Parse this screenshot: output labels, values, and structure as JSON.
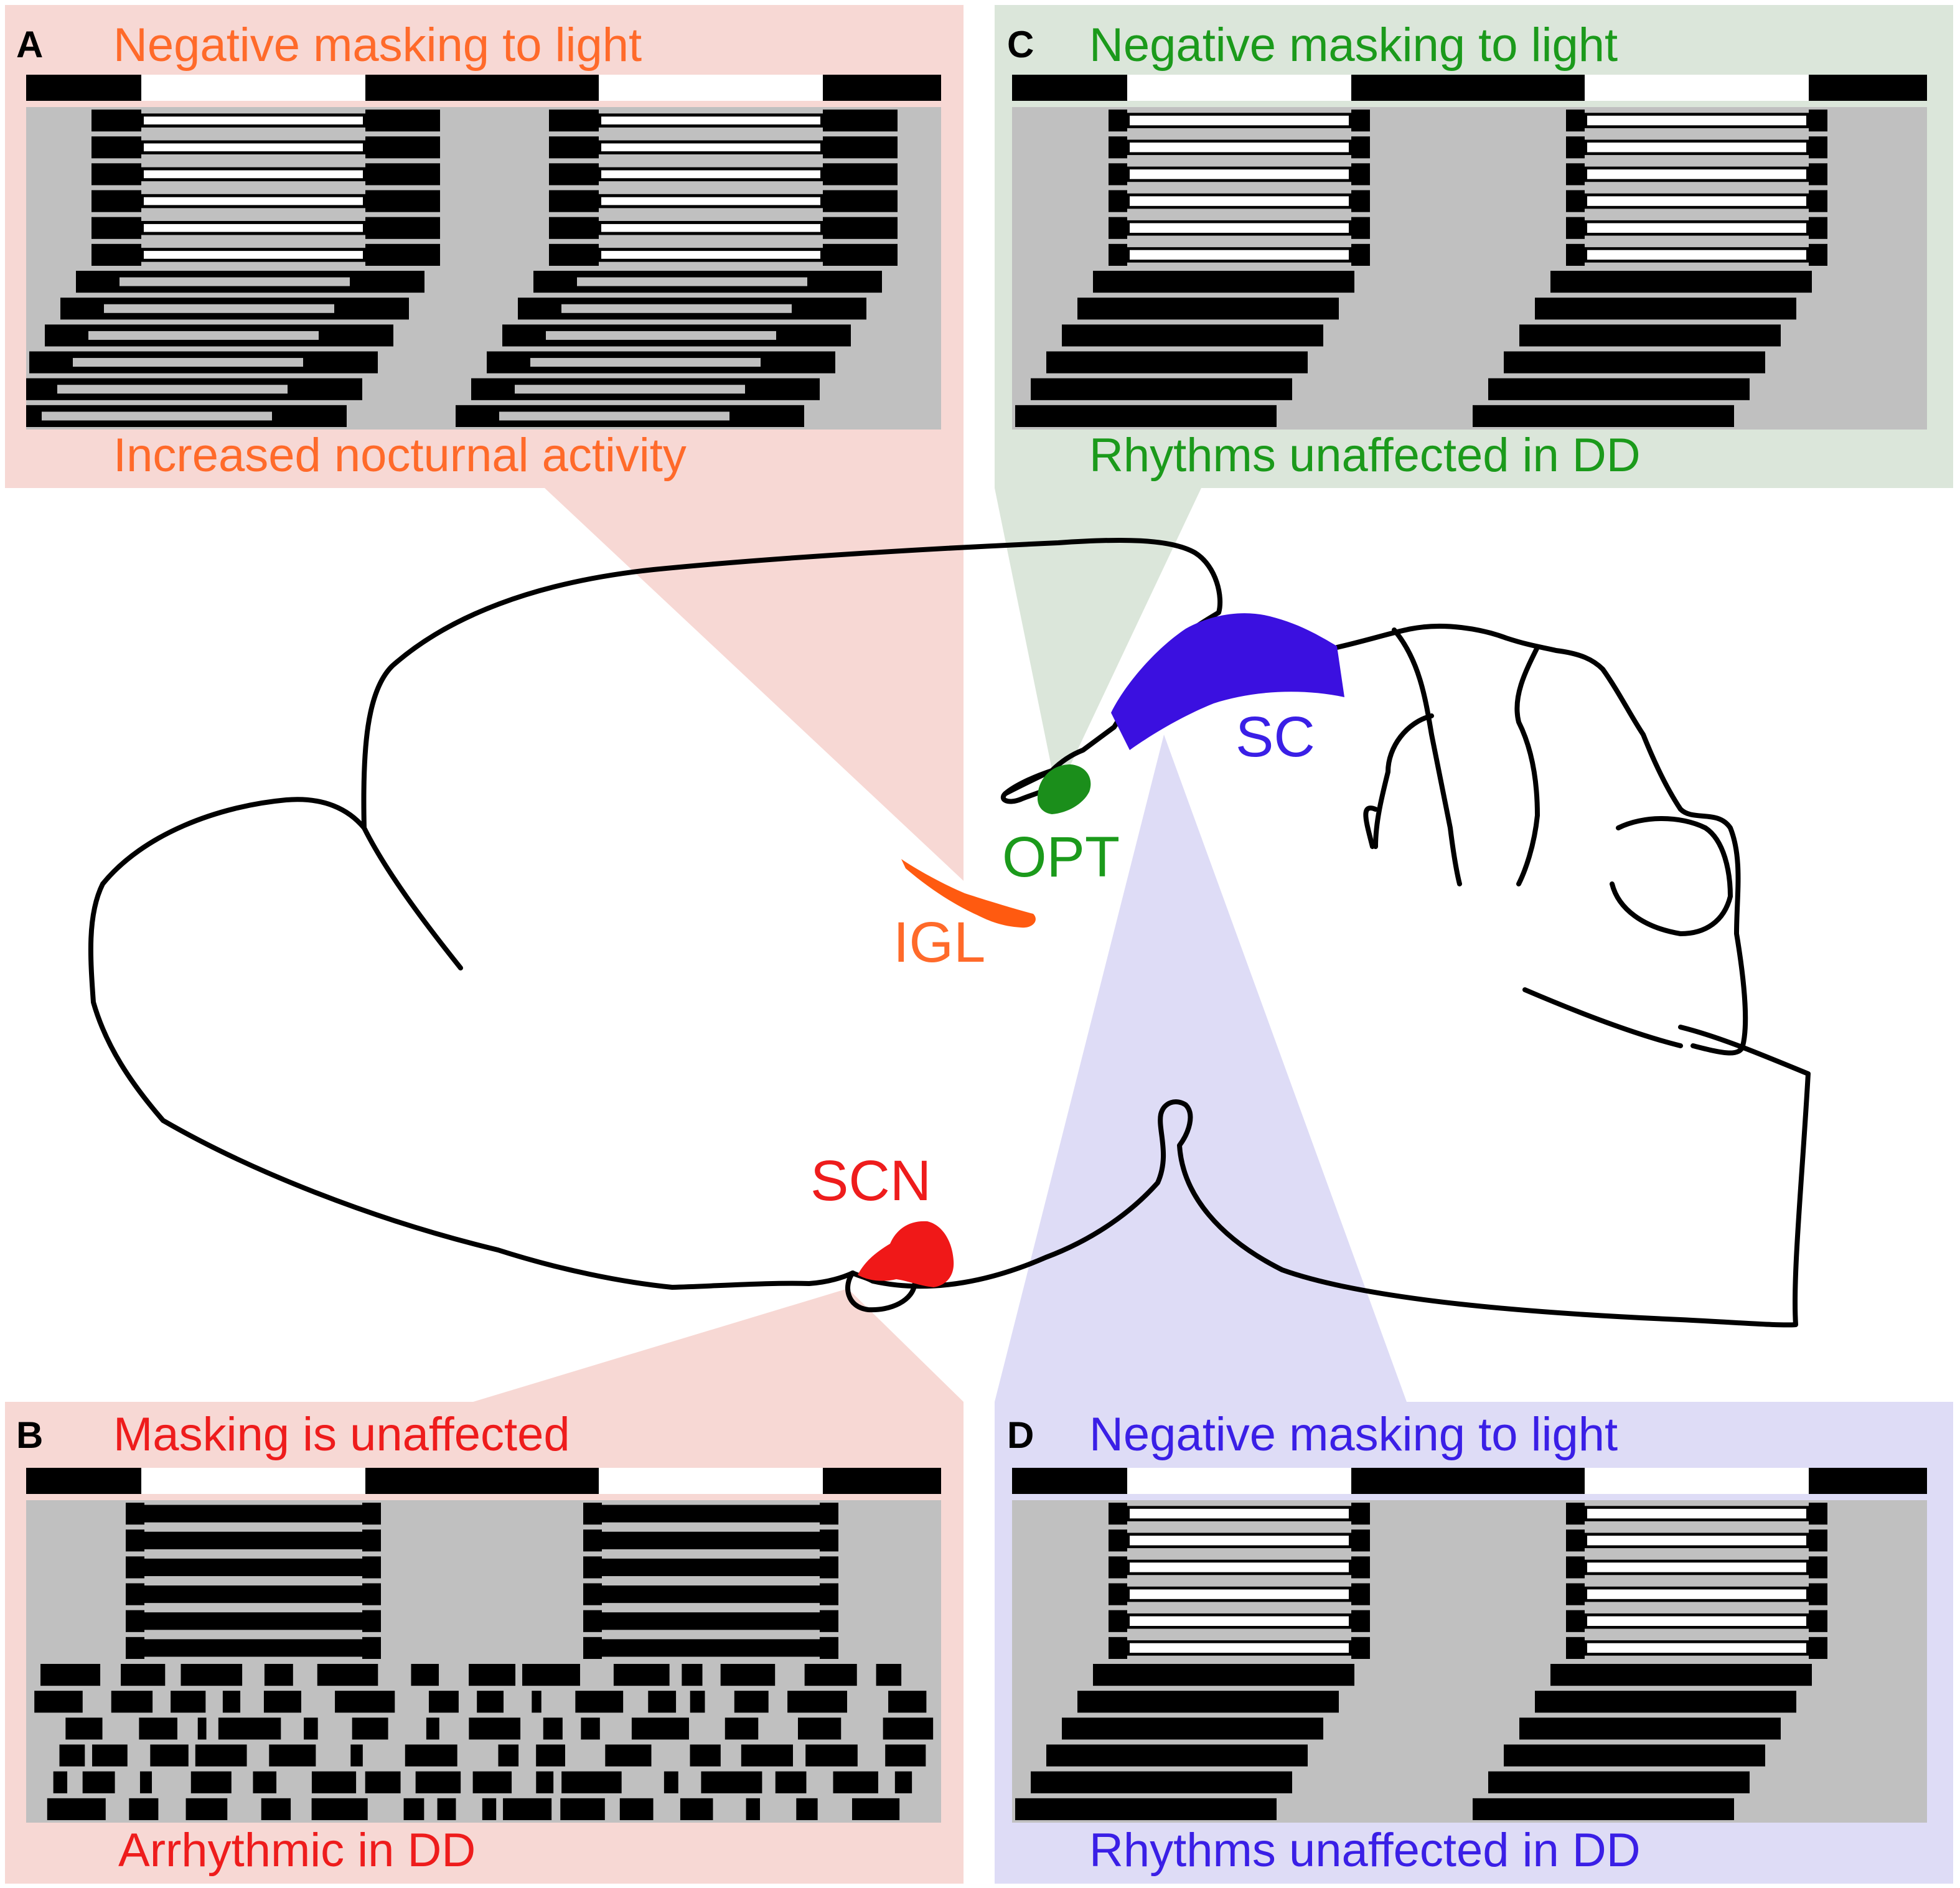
{
  "colors": {
    "orange": "#ff6a2a",
    "red": "#ee1c1c",
    "green": "#1b9a1b",
    "blue": "#3a1fe6",
    "pink_bg": "#f7d8d4",
    "green_bg": "#dbe6da",
    "lavender_bg": "#dedcf6",
    "actogram_gray": "#c0c0c0",
    "black": "#000000",
    "white": "#ffffff",
    "igl_fill": "#ff5a10",
    "scn_fill": "#f01818",
    "opt_fill": "#1b8e1b",
    "sc_fill": "#3b10e0"
  },
  "panels": {
    "A": {
      "letter": "A",
      "top": "Negative masking to light",
      "bottom": "Increased nocturnal activity",
      "color": "orange"
    },
    "B": {
      "letter": "B",
      "top": "Masking is unaffected",
      "bottom": "Arrhythmic in DD",
      "color": "red"
    },
    "C": {
      "letter": "C",
      "top": "Negative masking to light",
      "bottom": "Rhythms unaffected in DD",
      "color": "green"
    },
    "D": {
      "letter": "D",
      "top": "Negative masking to light",
      "bottom": "Rhythms unaffected in DD",
      "color": "blue"
    }
  },
  "regions": {
    "igl": {
      "label": "IGL",
      "color": "orange",
      "icon": "elongated-nucleus"
    },
    "opt": {
      "label": "OPT",
      "color": "green",
      "icon": "small-nucleus"
    },
    "sc": {
      "label": "SC",
      "color": "blue",
      "icon": "curved-nucleus"
    },
    "scn": {
      "label": "SCN",
      "color": "red",
      "icon": "rounded-nucleus"
    }
  },
  "actograms": {
    "lighting": "LD then DD",
    "ld_days": 6,
    "dd_days": 6
  }
}
